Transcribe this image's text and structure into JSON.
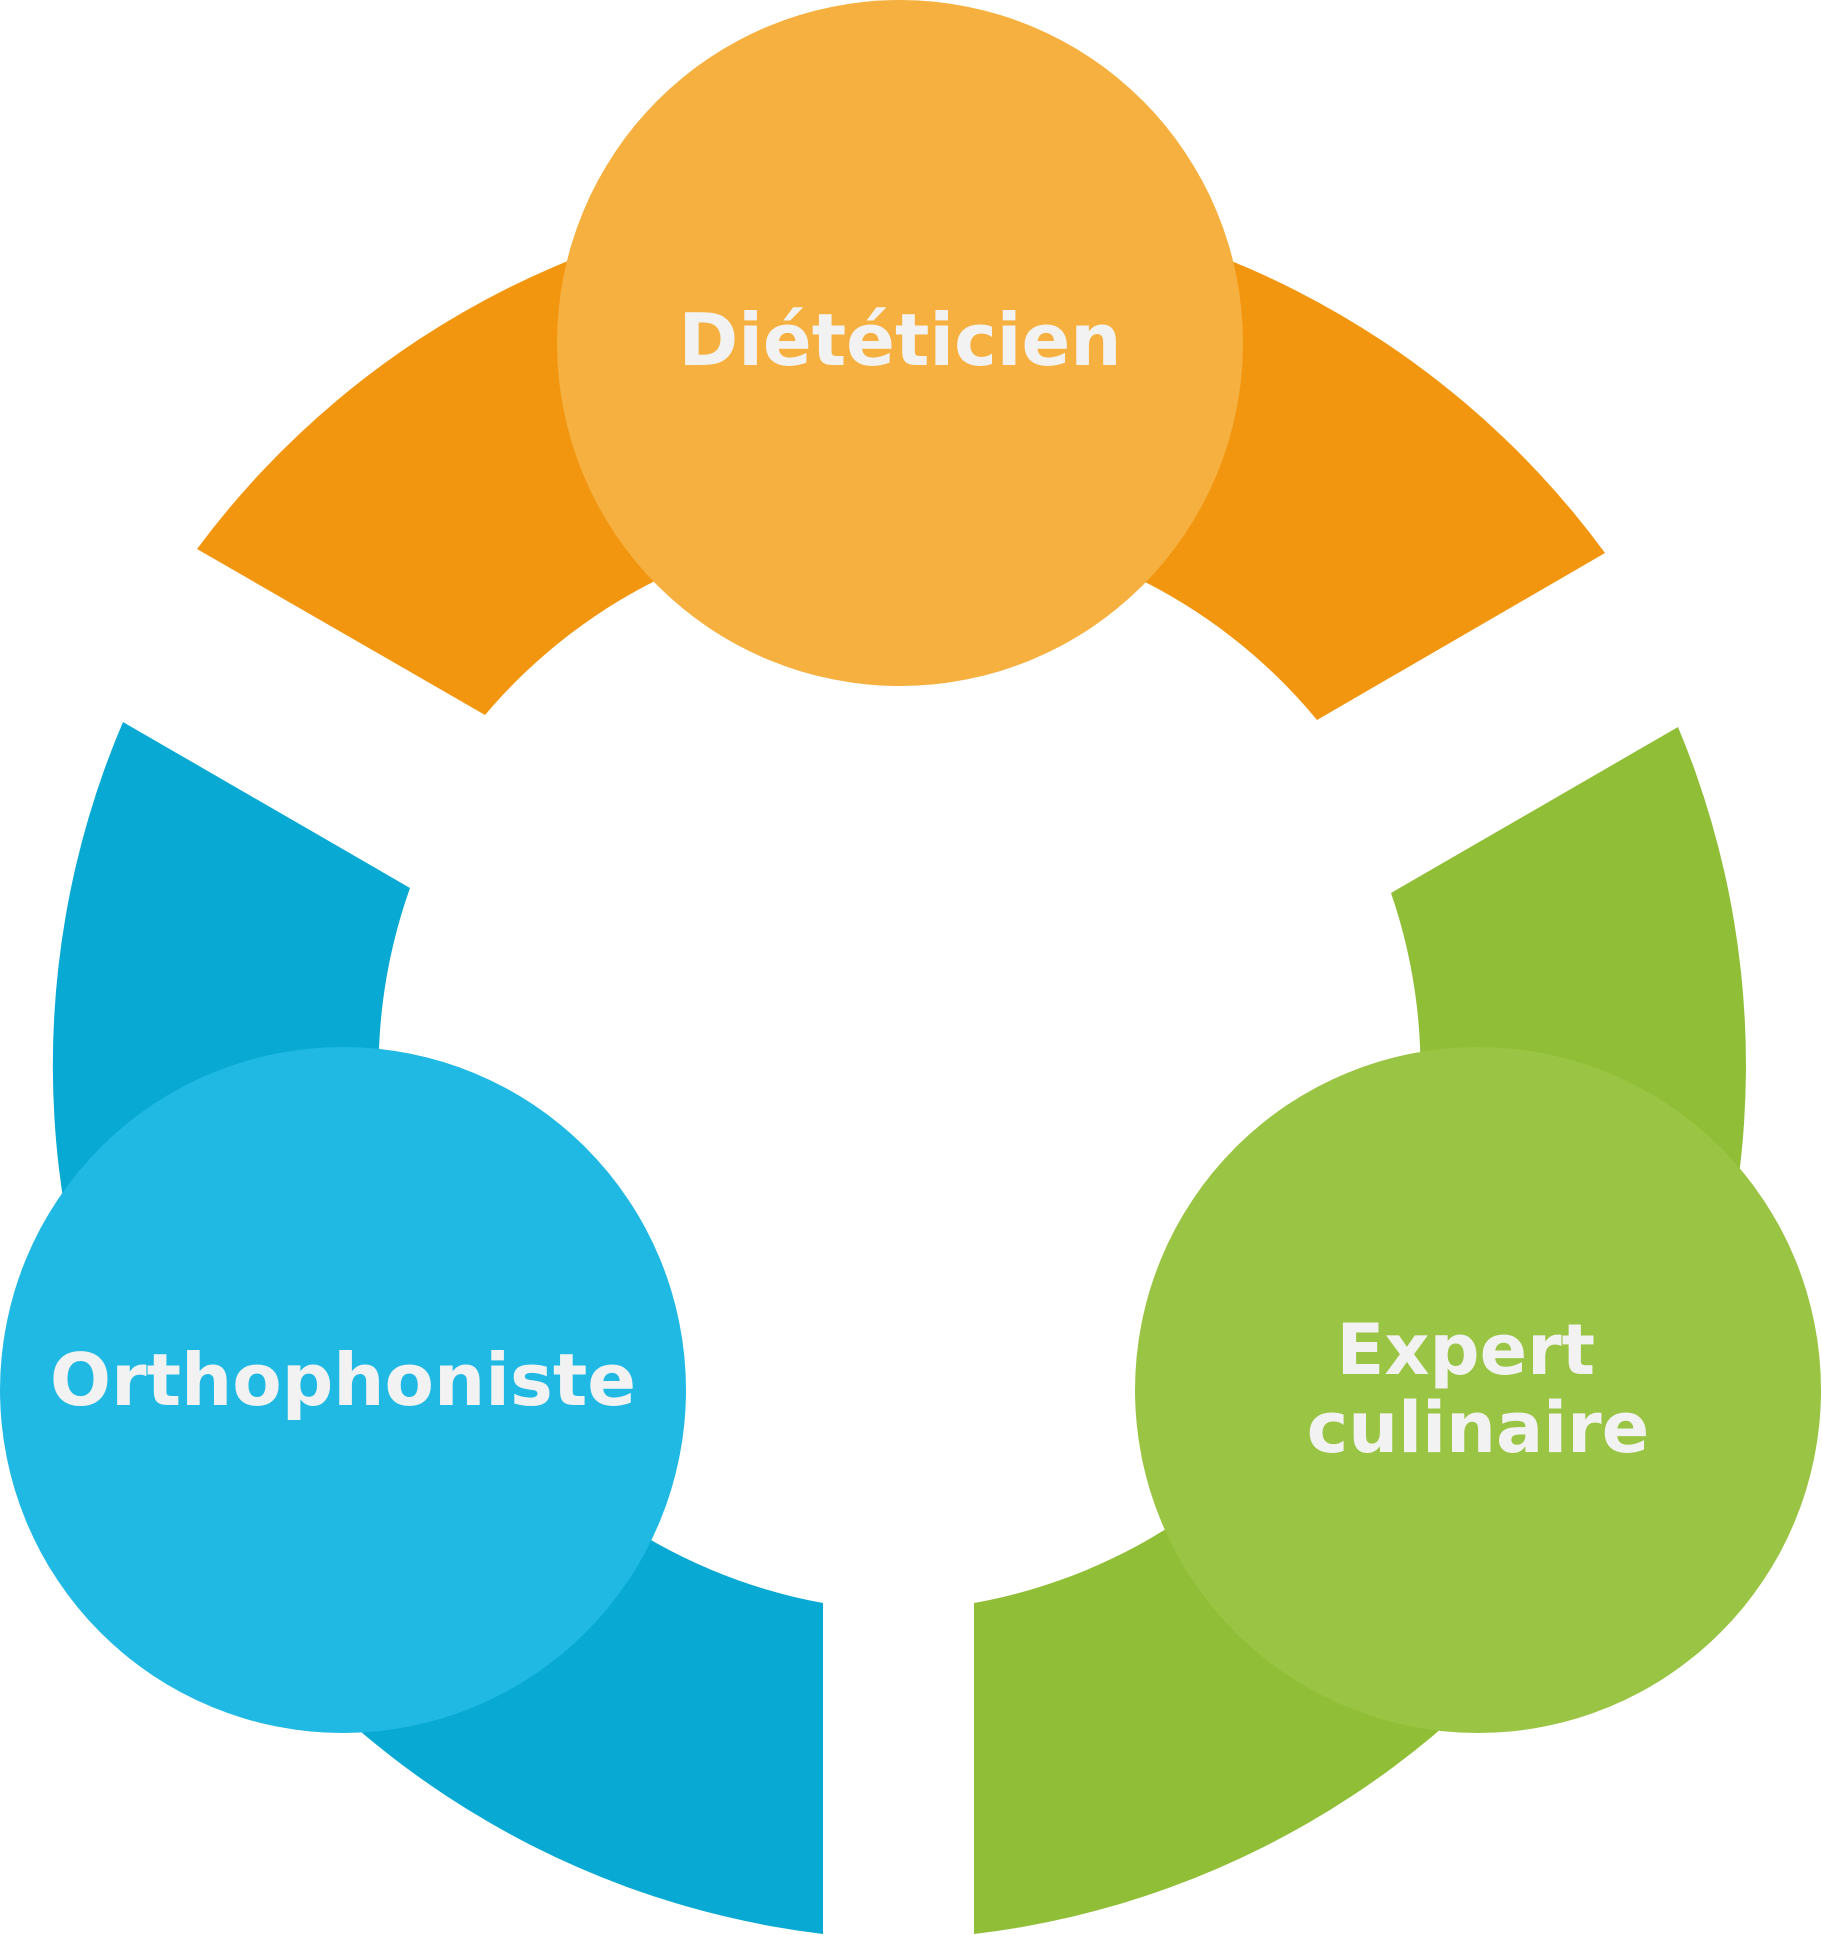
{
  "diagram": {
    "nodes": [
      {
        "id": "dieteticien",
        "label_lines": [
          "Diététicien"
        ],
        "color": "#f6b03f"
      },
      {
        "id": "orthophoniste",
        "label_lines": [
          "Orthophoniste"
        ],
        "color": "#1fb9e4"
      },
      {
        "id": "expert-culinaire",
        "label_lines": [
          "Expert",
          "culinaire"
        ],
        "color": "#9ac443"
      }
    ],
    "arcs": [
      {
        "id": "arc-top",
        "color": "#f2960f"
      },
      {
        "id": "arc-left",
        "color": "#08a9d3"
      },
      {
        "id": "arc-right",
        "color": "#90bf37"
      }
    ]
  }
}
